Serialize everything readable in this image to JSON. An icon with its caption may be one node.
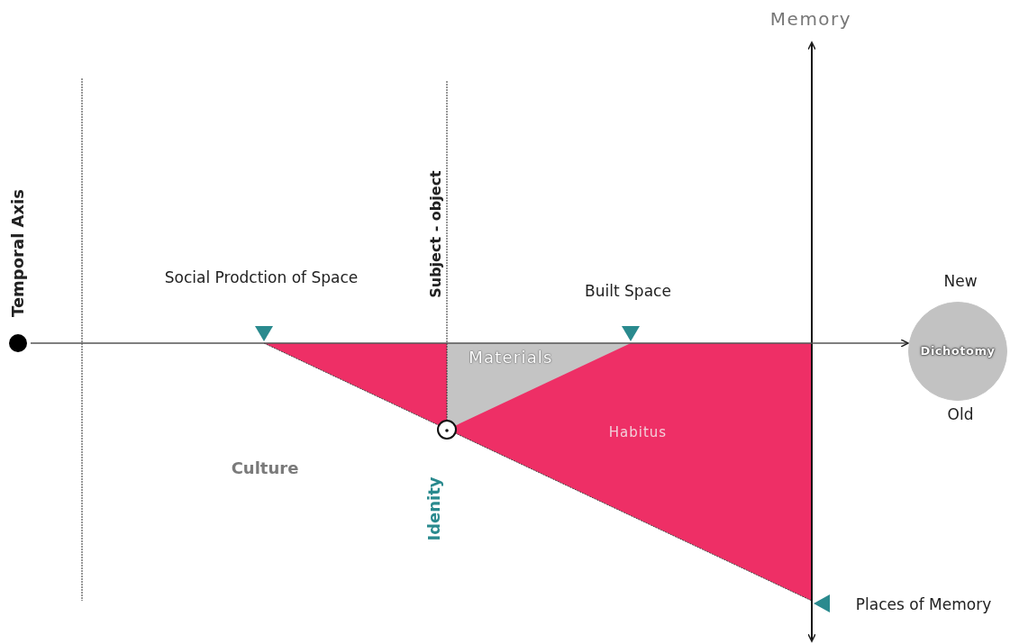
{
  "diagram": {
    "nodes": [
      {
        "text": [
          "Temporal Axis"
        ]
      },
      {
        "text": [
          "Dichotomy"
        ],
        "beside": [
          "New",
          "Old"
        ]
      }
    ],
    "edges": [
      {
        "from": 0,
        "to": 1,
        "arrow": "to"
      }
    ],
    "labels": [
      "Memory",
      "Social Prodction of Space",
      "Subject - object",
      "Built Space",
      "Materials",
      "Habitus",
      "Culture",
      "Idenity",
      "Places of Memory"
    ]
  }
}
